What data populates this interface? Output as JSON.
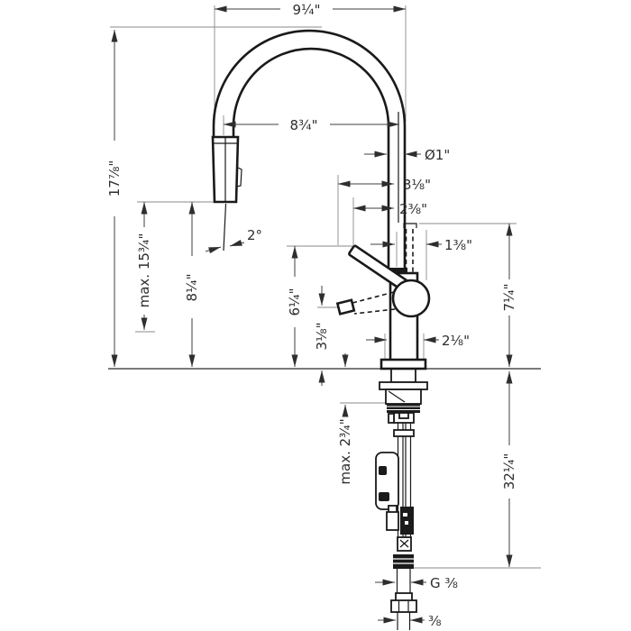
{
  "drawing": {
    "title": "pull-down kitchen faucet dimension drawing",
    "dims": {
      "spout_top_width": "9¼\"",
      "spout_reach": "8¾\"",
      "pipe_diameter": "Ø1\"",
      "overall_height": "17⅞\"",
      "max_hose_extension": "max. 15¾\"",
      "spray_head_height": "8¼\"",
      "tilt_angle": "2°",
      "offset_upper": "3⅛\"",
      "offset_mid": "2⅜\"",
      "offset_hose": "1⅜\"",
      "handle_clearance": "6¼\"",
      "handle_low_clearance": "3⅛\"",
      "hose_exit_height": "7¼\"",
      "base_diameter": "2⅛\"",
      "max_counter_thickness": "max. 2¾\"",
      "supply_hose_length": "32¼\"",
      "thread_size": "G ⅜",
      "supply_connection": "⅜"
    }
  }
}
